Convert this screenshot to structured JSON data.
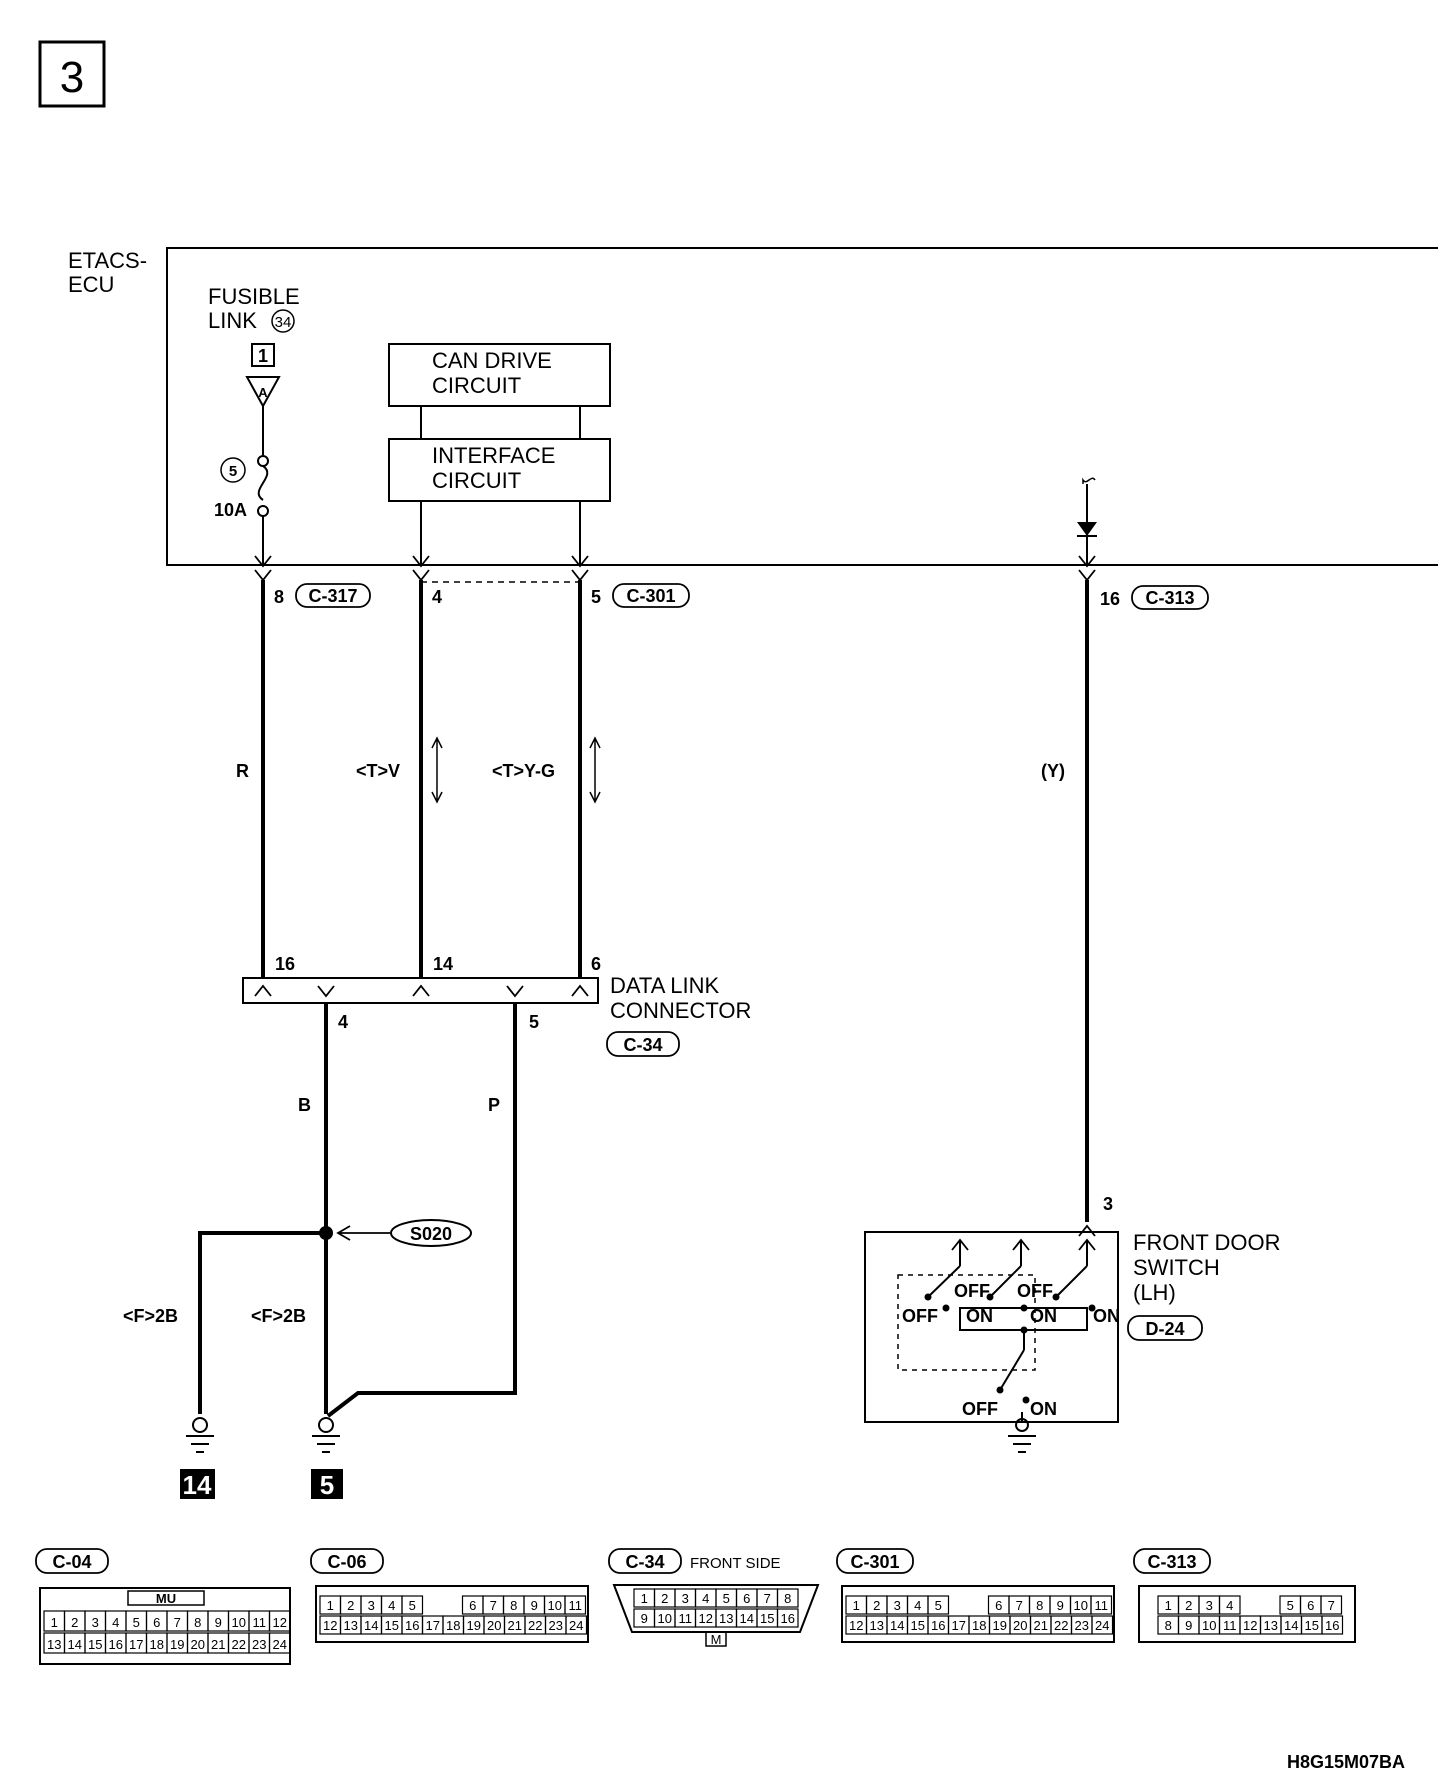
{
  "page_number": "3",
  "doc_code": "H8G15M07BA",
  "etacs": {
    "label_line1": "ETACS-",
    "label_line2": "ECU"
  },
  "fusible_link": {
    "line1": "FUSIBLE",
    "line2": "LINK",
    "num": "34",
    "boxed": "1",
    "tri": "A",
    "fuse_num": "5",
    "amp": "10A"
  },
  "can_drive": {
    "line1": "CAN DRIVE",
    "line2": "CIRCUIT"
  },
  "interface": {
    "line1": "INTERFACE",
    "line2": "CIRCUIT"
  },
  "pins_top": {
    "p8": "8",
    "c317": "C-317",
    "p4": "4",
    "p5": "5",
    "c301": "C-301",
    "p16": "16",
    "c313": "C-313"
  },
  "wires": {
    "r": "R",
    "tv": "<T>V",
    "tyg": "<T>Y-G",
    "y": "(Y)",
    "b": "B",
    "p": "P",
    "f2b_left": "<F>2B",
    "f2b_mid": "<F>2B"
  },
  "dlc": {
    "line1": "DATA LINK",
    "line2": "CONNECTOR",
    "code": "C-34",
    "pin16": "16",
    "pin14": "14",
    "pin6": "6",
    "pin4": "4",
    "pin5": "5"
  },
  "splice": "S020",
  "grounds": {
    "g14": "14",
    "g5": "5"
  },
  "door_switch": {
    "line1": "FRONT DOOR",
    "line2": "SWITCH",
    "line3": "(LH)",
    "code": "D-24",
    "pin3": "3",
    "off": "OFF",
    "on": "ON"
  },
  "connectors": {
    "c04": {
      "code": "C-04",
      "row1": [
        "1",
        "2",
        "3",
        "4",
        "5",
        "6",
        "7",
        "8",
        "9",
        "10",
        "11",
        "12"
      ],
      "row2": [
        "13",
        "14",
        "15",
        "16",
        "17",
        "18",
        "19",
        "20",
        "21",
        "22",
        "23",
        "24"
      ],
      "tag": "MU"
    },
    "c06": {
      "code": "C-06",
      "row1a": [
        "1",
        "2",
        "3",
        "4",
        "5"
      ],
      "row1b": [
        "6",
        "7",
        "8",
        "9",
        "10",
        "11"
      ],
      "row2": [
        "12",
        "13",
        "14",
        "15",
        "16",
        "17",
        "18",
        "19",
        "20",
        "21",
        "22",
        "23",
        "24"
      ]
    },
    "c34": {
      "code": "C-34",
      "side": "FRONT SIDE",
      "row1": [
        "1",
        "2",
        "3",
        "4",
        "5",
        "6",
        "7",
        "8"
      ],
      "row2": [
        "9",
        "10",
        "11",
        "12",
        "13",
        "14",
        "15",
        "16"
      ],
      "tag": "M"
    },
    "c301": {
      "code": "C-301",
      "row1a": [
        "1",
        "2",
        "3",
        "4",
        "5"
      ],
      "row1b": [
        "6",
        "7",
        "8",
        "9",
        "10",
        "11"
      ],
      "row2": [
        "12",
        "13",
        "14",
        "15",
        "16",
        "17",
        "18",
        "19",
        "20",
        "21",
        "22",
        "23",
        "24"
      ]
    },
    "c313": {
      "code": "C-313",
      "row1a": [
        "1",
        "2",
        "3",
        "4"
      ],
      "row1b": [
        "5",
        "6",
        "7"
      ],
      "row2": [
        "8",
        "9",
        "10",
        "11",
        "12",
        "13",
        "14",
        "15",
        "16"
      ]
    }
  }
}
